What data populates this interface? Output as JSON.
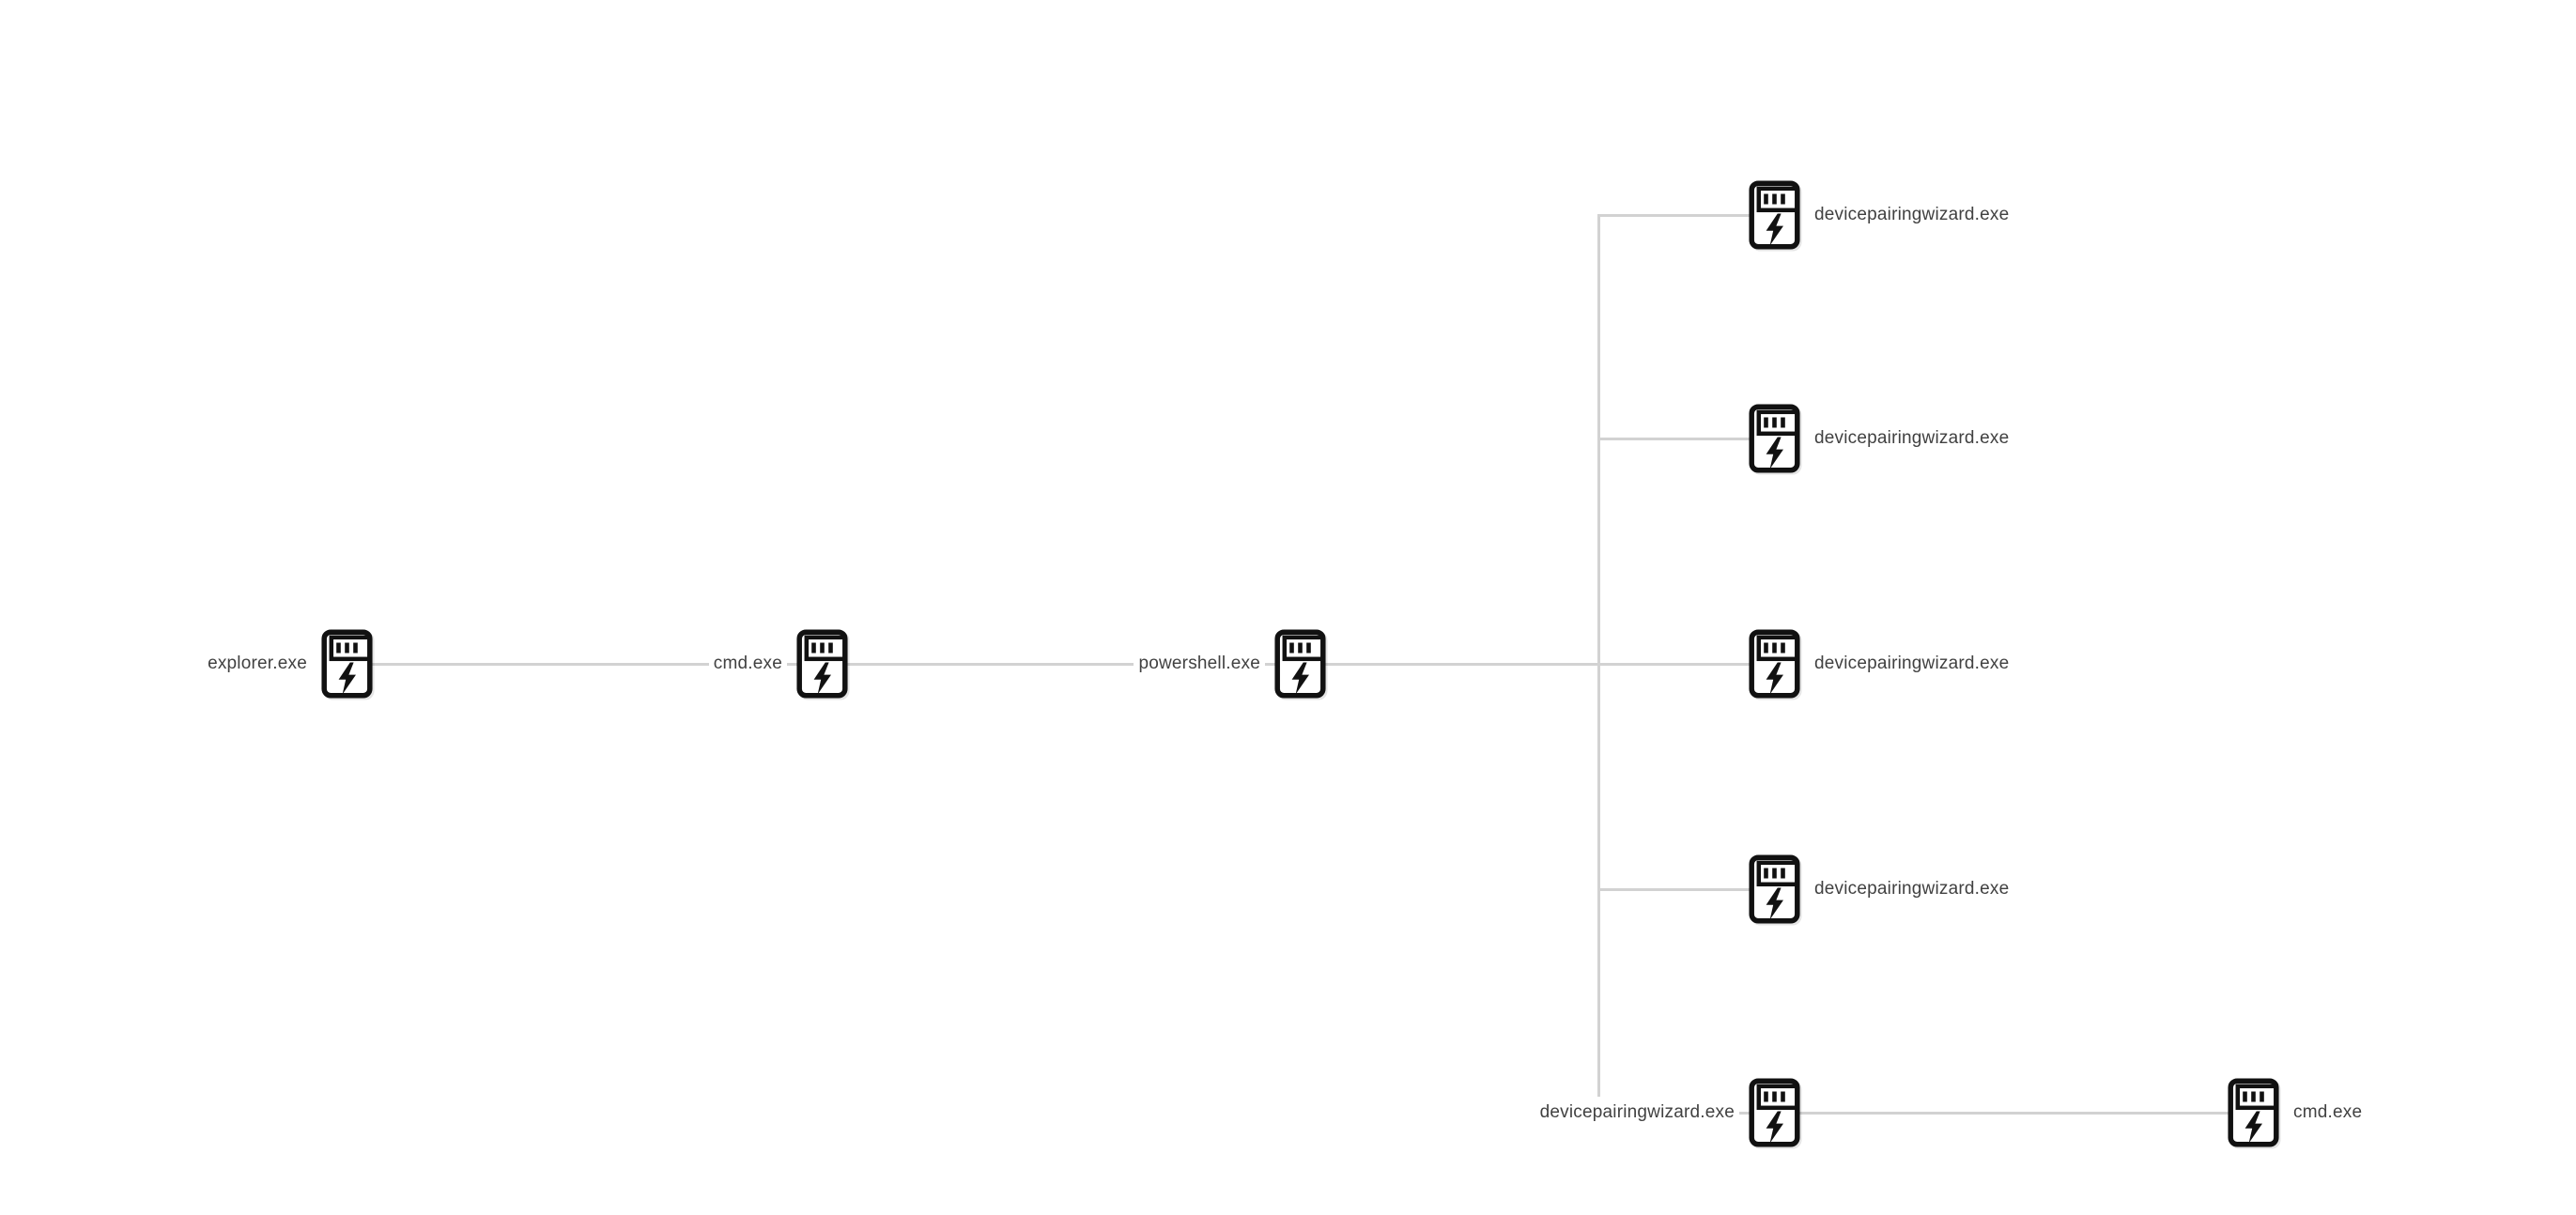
{
  "diagram": {
    "type": "process-tree",
    "background_color": "#ffffff",
    "edge_color": "#d2d2d2",
    "label_text_color": "#414141",
    "icon_color": "#111111",
    "icon_glyph": "executable-chip-lightning-bolt",
    "nodes": [
      {
        "id": "explorer",
        "label": "explorer.exe",
        "parent": null,
        "label_side": "left"
      },
      {
        "id": "cmd-1",
        "label": "cmd.exe",
        "parent": "explorer",
        "label_side": "left"
      },
      {
        "id": "powershell",
        "label": "powershell.exe",
        "parent": "cmd-1",
        "label_side": "left"
      },
      {
        "id": "devicepairingwizard-1",
        "label": "devicepairingwizard.exe",
        "parent": "powershell",
        "label_side": "right"
      },
      {
        "id": "devicepairingwizard-2",
        "label": "devicepairingwizard.exe",
        "parent": "powershell",
        "label_side": "right"
      },
      {
        "id": "devicepairingwizard-3",
        "label": "devicepairingwizard.exe",
        "parent": "powershell",
        "label_side": "right"
      },
      {
        "id": "devicepairingwizard-4",
        "label": "devicepairingwizard.exe",
        "parent": "powershell",
        "label_side": "right"
      },
      {
        "id": "devicepairingwizard-5",
        "label": "devicepairingwizard.exe",
        "parent": "powershell",
        "label_side": "left"
      },
      {
        "id": "cmd-2",
        "label": "cmd.exe",
        "parent": "devicepairingwizard-5",
        "label_side": "right"
      }
    ]
  }
}
